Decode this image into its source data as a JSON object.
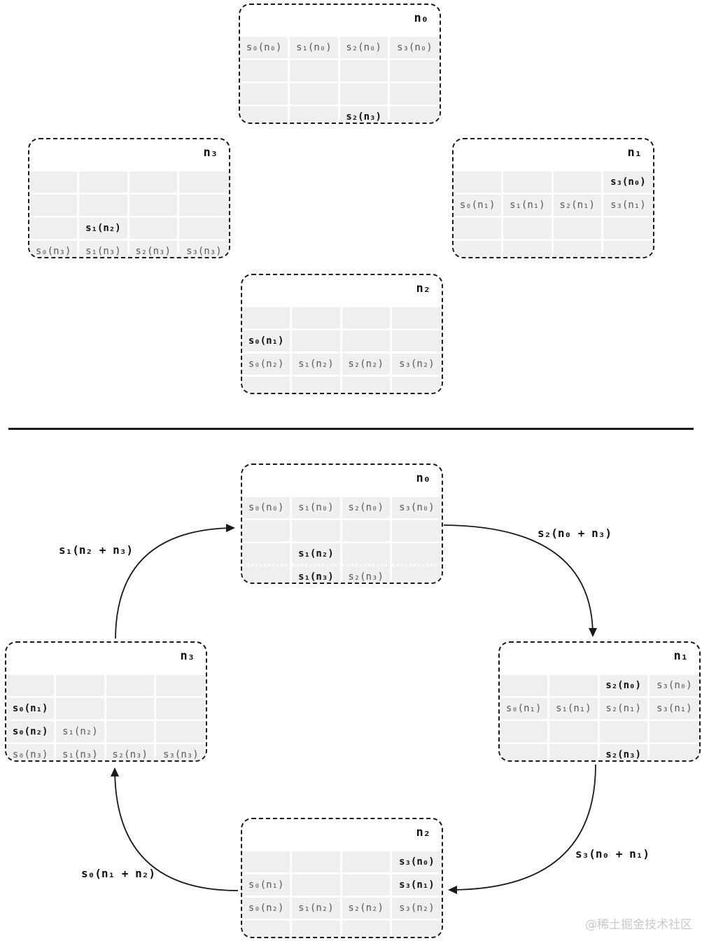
{
  "colors": {
    "cell_bg": "#efefef",
    "cell_text_gray": "#595959",
    "cell_text_bold": "#0d0d0d",
    "line": "#1a1a1a",
    "watermark": "#c9c9c9"
  },
  "top_section": {
    "nodes": {
      "n0": {
        "title": "n₀",
        "rows": [
          [
            {
              "t": "s₀(n₀)"
            },
            {
              "t": "s₁(n₀)"
            },
            {
              "t": "s₂(n₀)"
            },
            {
              "t": "s₃(n₀)"
            }
          ],
          [
            null,
            null,
            null,
            null
          ],
          [
            null,
            null,
            null,
            null
          ],
          [
            null,
            null,
            {
              "t": "s₂(n₃)",
              "b": 1
            },
            null
          ]
        ]
      },
      "n3": {
        "title": "n₃",
        "rows": [
          [
            null,
            null,
            null,
            null
          ],
          [
            null,
            null,
            null,
            null
          ],
          [
            null,
            {
              "t": "s₁(n₂)",
              "b": 1
            },
            null,
            null
          ],
          [
            {
              "t": "s₀(n₃)"
            },
            {
              "t": "s₁(n₃)"
            },
            {
              "t": "s₂(n₃)"
            },
            {
              "t": "s₃(n₃)"
            }
          ]
        ]
      },
      "n1": {
        "title": "n₁",
        "rows": [
          [
            null,
            null,
            null,
            {
              "t": "s₃(n₀)",
              "b": 1
            }
          ],
          [
            {
              "t": "s₀(n₁)"
            },
            {
              "t": "s₁(n₁)"
            },
            {
              "t": "s₂(n₁)"
            },
            {
              "t": "s₃(n₁)"
            }
          ],
          [
            null,
            null,
            null,
            null
          ],
          [
            null,
            null,
            null,
            null
          ]
        ]
      },
      "n2": {
        "title": "n₂",
        "rows": [
          [
            null,
            null,
            null,
            null
          ],
          [
            {
              "t": "s₀(n₁)",
              "b": 1
            },
            null,
            null,
            null
          ],
          [
            {
              "t": "s₀(n₂)"
            },
            {
              "t": "s₁(n₂)"
            },
            {
              "t": "s₂(n₂)"
            },
            {
              "t": "s₃(n₂)"
            }
          ],
          [
            null,
            null,
            null,
            null
          ]
        ]
      }
    }
  },
  "ring_section": {
    "nodes": {
      "n0": {
        "title": "n₀",
        "dotted_after_row": 2,
        "rows": [
          [
            {
              "t": "s₀(n₀)"
            },
            {
              "t": "s₁(n₀)"
            },
            {
              "t": "s₂(n₀)"
            },
            {
              "t": "s₃(n₀)"
            }
          ],
          [
            null,
            null,
            null,
            null
          ],
          [
            null,
            {
              "t": "s₁(n₂)",
              "b": 1
            },
            null,
            null
          ],
          [
            null,
            {
              "t": "s₁(n₃)",
              "b": 1
            },
            {
              "t": "s₂(n₃)"
            },
            null
          ]
        ]
      },
      "n1": {
        "title": "n₁",
        "rows": [
          [
            null,
            null,
            {
              "t": "s₂(n₀)",
              "b": 1
            },
            {
              "t": "s₃(n₀)"
            }
          ],
          [
            {
              "t": "s₀(n₁)"
            },
            {
              "t": "s₁(n₁)"
            },
            {
              "t": "s₂(n₁)"
            },
            {
              "t": "s₃(n₁)"
            }
          ],
          [
            null,
            null,
            null,
            null
          ],
          [
            null,
            null,
            {
              "t": "s₂(n₃)",
              "b": 1
            },
            null
          ]
        ]
      },
      "n2": {
        "title": "n₂",
        "rows": [
          [
            null,
            null,
            null,
            {
              "t": "s₃(n₀)",
              "b": 1
            }
          ],
          [
            {
              "t": "s₀(n₁)"
            },
            null,
            null,
            {
              "t": "s₃(n₁)",
              "b": 1
            }
          ],
          [
            {
              "t": "s₀(n₂)"
            },
            {
              "t": "s₁(n₂)"
            },
            {
              "t": "s₂(n₂)"
            },
            {
              "t": "s₃(n₂)"
            }
          ],
          [
            null,
            null,
            null,
            null
          ]
        ]
      },
      "n3": {
        "title": "n₃",
        "rows": [
          [
            null,
            null,
            null,
            null
          ],
          [
            {
              "t": "s₀(n₁)",
              "b": 1
            },
            null,
            null,
            null
          ],
          [
            {
              "t": "s₀(n₂)",
              "b": 1
            },
            {
              "t": "s₁(n₂)"
            },
            null,
            null
          ],
          [
            {
              "t": "s₀(n₃)"
            },
            {
              "t": "s₁(n₃)"
            },
            {
              "t": "s₂(n₃)"
            },
            {
              "t": "s₃(n₃)"
            }
          ]
        ]
      }
    },
    "edges": {
      "n3_to_n0": "s₁(n₂ + n₃)",
      "n0_to_n1": "s₂(n₀ + n₃)",
      "n1_to_n2": "s₃(n₀ + n₁)",
      "n2_to_n3": "s₀(n₁ + n₂)"
    }
  },
  "watermark": "@稀土掘金技术社区"
}
